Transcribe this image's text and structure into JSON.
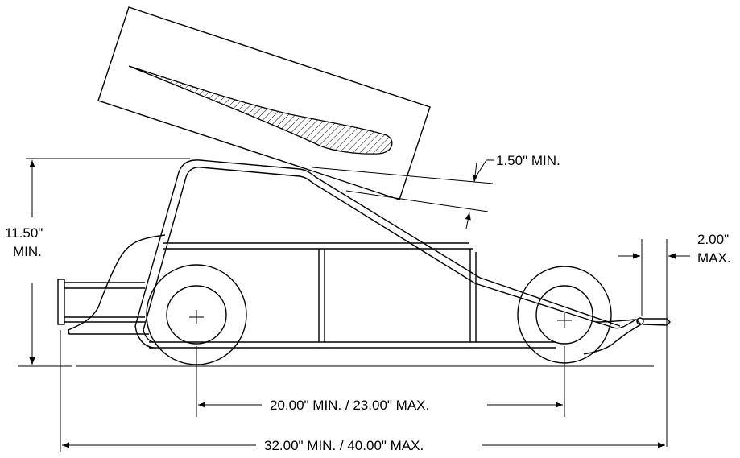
{
  "colors": {
    "line": "#000000",
    "background": "#ffffff"
  },
  "dimensions": {
    "wing_gap": "1.50\" MIN.",
    "height_value": "11.50\"",
    "height_qualifier": "MIN.",
    "nerf_bar_value": "2.00\"",
    "nerf_bar_qualifier": "MAX.",
    "wheelbase": "20.00\" MIN. / 23.00\" MAX.",
    "overall_length": "32.00\" MIN. / 40.00\" MAX."
  }
}
